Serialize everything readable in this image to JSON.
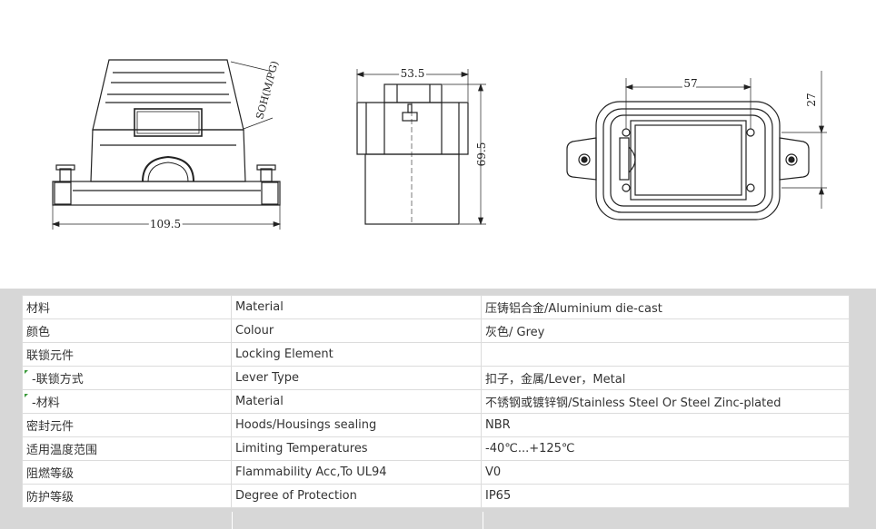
{
  "dimensions": {
    "front_width": "109.5",
    "side_width": "53.5",
    "side_height": "69.5",
    "top_width": "57",
    "top_height": "27",
    "cable_entry": "SOH(M/PG)"
  },
  "spec_table": [
    {
      "zh": "材料",
      "en": "Material",
      "value": "压铸铝合金/Aluminium die-cast"
    },
    {
      "zh": "颜色",
      "en": "Colour",
      "value": "灰色/ Grey"
    },
    {
      "zh": "联锁元件",
      "en": "Locking Element",
      "value": ""
    },
    {
      "zh": "-联锁方式",
      "en": "Lever Type",
      "value": "扣子，金属/Lever，Metal"
    },
    {
      "zh": "-材料",
      "en": "Material",
      "value": "不锈钢或镀锌钢/Stainless Steel Or Steel Zinc-plated"
    },
    {
      "zh": "密封元件",
      "en": "Hoods/Housings sealing",
      "value": "NBR"
    },
    {
      "zh": "适用温度范围",
      "en": "Limiting Temperatures",
      "value": "-40℃...+125℃"
    },
    {
      "zh": "阻燃等级",
      "en": "Flammability Acc,To UL94",
      "value": "V0"
    },
    {
      "zh": "防护等级",
      "en": "Degree of Protection",
      "value": "IP65"
    }
  ]
}
